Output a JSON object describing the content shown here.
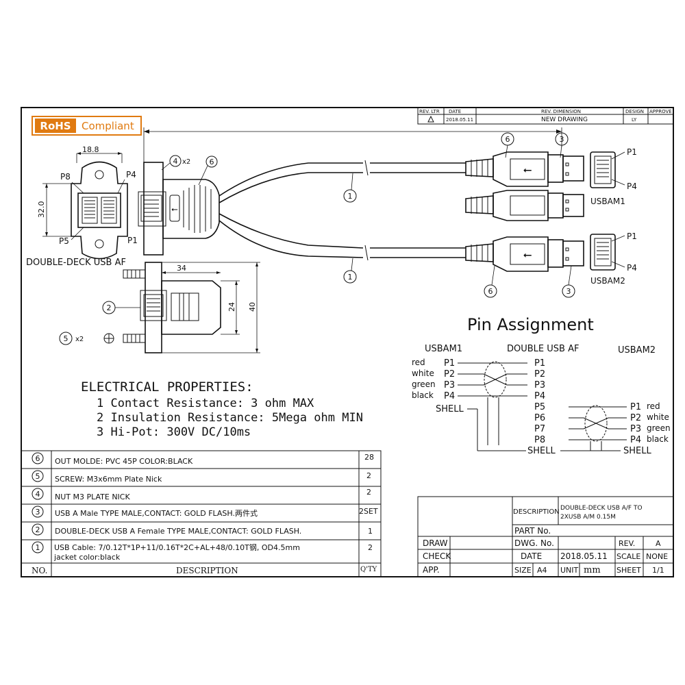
{
  "rohs": {
    "label_rohs": "RoHS",
    "label_compliant": "Compliant",
    "color": "#e07a10"
  },
  "revision": {
    "headers": {
      "rev_ltr": "REV. LTR",
      "date": "DATE",
      "rev_dimension": "REV. DIMENSION",
      "design": "DESIGN",
      "approve": "APPROVE"
    },
    "row": {
      "rev_ltr": "",
      "date": "2018.05.11",
      "rev_dimension": "NEW DRAWING",
      "design": "LY",
      "approve": ""
    }
  },
  "dimensions": {
    "d18_8": "18.8",
    "d32": "32.0",
    "d34": "34",
    "d24": "24",
    "d40": "40"
  },
  "pins": {
    "p8": "P8",
    "p4": "P4",
    "p5": "P5",
    "p1": "P1"
  },
  "callouts": {
    "c1": "1",
    "c2": "2",
    "c3": "3",
    "c4": "4",
    "c5": "5",
    "c6": "6",
    "x2": "x2"
  },
  "labels": {
    "double_deck_af": "DOUBLE-DECK USB AF",
    "usbam1": "USBAM1",
    "usbam2": "USBAM2"
  },
  "electrical": {
    "title": "ELECTRICAL PROPERTIES:",
    "lines": [
      "1  Contact Resistance: 3 ohm MAX",
      "2  Insulation Resistance: 5Mega ohm  MIN",
      "3  Hi-Pot: 300V DC/10ms"
    ]
  },
  "pin_assignment": {
    "title": "Pin Assignment",
    "col_left": "USBAM1",
    "col_mid": "DOUBLE USB AF",
    "col_right": "USBAM2",
    "left_colors": [
      "red",
      "white",
      "green",
      "black"
    ],
    "left_pins": [
      "P1",
      "P2",
      "P3",
      "P4"
    ],
    "shell": "SHELL",
    "mid_pins": [
      "P1",
      "P2",
      "P3",
      "P4",
      "P5",
      "P6",
      "P7",
      "P8"
    ],
    "right_pins": [
      "P1",
      "P2",
      "P3",
      "P4"
    ],
    "right_colors": [
      "red",
      "white",
      "green",
      "black"
    ]
  },
  "bom": {
    "rows": [
      {
        "no": "6",
        "desc": "OUT MOLDE: PVC 45P COLOR:BLACK",
        "qty": "28"
      },
      {
        "no": "5",
        "desc": "SCREW: M3x6mm Plate Nick",
        "qty": "2"
      },
      {
        "no": "4",
        "desc": "NUT M3 PLATE NICK",
        "qty": "2"
      },
      {
        "no": "3",
        "desc": "USB A Male TYPE MALE,CONTACT: GOLD FLASH.两件式",
        "qty": "2SET"
      },
      {
        "no": "2",
        "desc": "DOUBLE-DECK USB A Female TYPE MALE,CONTACT: GOLD FLASH.",
        "qty": "1"
      },
      {
        "no": "1",
        "desc": "USB Cable:    7/0.12T*1P+11/0.16T*2C+AL+48/0.10T钢, OD4.5mm",
        "desc2": "jacket color:black",
        "qty": "2"
      }
    ],
    "header_no": "NO.",
    "header_desc": "DESCRIPTION",
    "header_qty": "Q'TY"
  },
  "title_block": {
    "description_label": "DESCRIPTION",
    "description_value_1": "DOUBLE-DECK USB A/F TO",
    "description_value_2": "2XUSB A/M 0.15M",
    "part_no": "PART No.",
    "draw": "DRAW",
    "check": "CHECK",
    "appr": "APP.",
    "dwg_no": "DWG. No.",
    "rev": "REV.",
    "rev_value": "A",
    "date": "DATE",
    "date_value": "2018.05.11",
    "scale": "SCALE",
    "scale_value": "NONE",
    "size": "SIZE",
    "size_value": "A4",
    "unit": "UNIT",
    "unit_value": "mm",
    "sheet": "SHEET",
    "sheet_value": "1/1"
  }
}
